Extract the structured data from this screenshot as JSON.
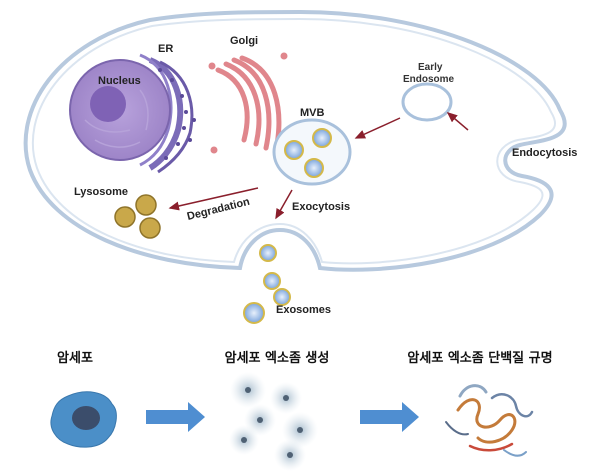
{
  "labels": {
    "nucleus": "Nucleus",
    "er": "ER",
    "golgi": "Golgi",
    "mvb": "MVB",
    "early_endosome_line1": "Early",
    "early_endosome_line2": "Endosome",
    "endocytosis": "Endocytosis",
    "lysosome": "Lysosome",
    "degradation": "Degradation",
    "exocytosis": "Exocytosis",
    "exosomes": "Exosomes"
  },
  "steps": [
    {
      "label": "암세포",
      "icon": "cancer-cell-icon"
    },
    {
      "label": "암세포 엑소좀 생성",
      "icon": "exosome-cluster-icon"
    },
    {
      "label": "암세포 엑소좀 단백질 규명",
      "icon": "protein-structure-icon"
    }
  ],
  "colors": {
    "membrane": "#b7c9de",
    "nucleus": "#a98fcf",
    "er": "#7b6cb8",
    "golgi": "#e0868c",
    "lysosome": "#c9a84a",
    "pathway_arrow": "#8a1f2c",
    "step_arrow": "#4f8ed1"
  }
}
